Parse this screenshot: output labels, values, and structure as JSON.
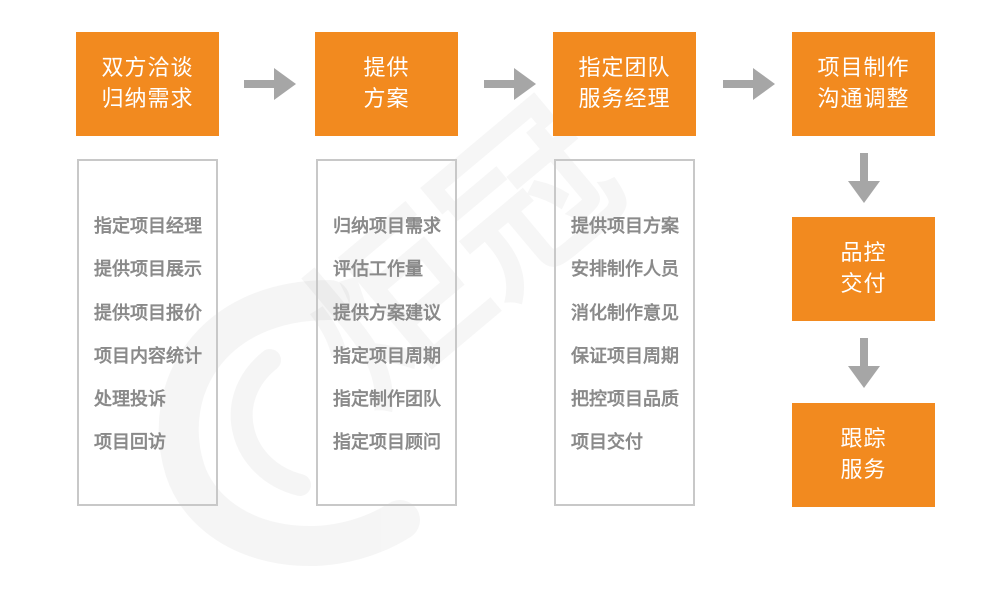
{
  "steps": [
    {
      "line1": "双方洽谈",
      "line2": "归纳需求",
      "details": [
        "指定项目经理",
        "提供项目展示",
        "提供项目报价",
        "项目内容统计",
        "处理投诉",
        "项目回访"
      ]
    },
    {
      "line1": "提供",
      "line2": "方案",
      "details": [
        "归纳项目需求",
        "评估工作量",
        "提供方案建议",
        "指定项目周期",
        "指定制作团队",
        "指定项目顾问"
      ]
    },
    {
      "line1": "指定团队",
      "line2": "服务经理",
      "details": [
        "提供项目方案",
        "安排制作人员",
        "消化制作意见",
        "保证项目周期",
        "把控项目品质",
        "项目交付"
      ]
    },
    {
      "line1": "项目制作",
      "line2": "沟通调整"
    },
    {
      "line1": "品控",
      "line2": "交付"
    },
    {
      "line1": "跟踪",
      "line2": "服务"
    }
  ],
  "colors": {
    "accent": "#f28a1f",
    "arrow": "#a6a6a6",
    "border": "#c8c8c8",
    "detail_text": "#8a8a8a"
  },
  "watermark": {
    "text": "炬冠"
  }
}
